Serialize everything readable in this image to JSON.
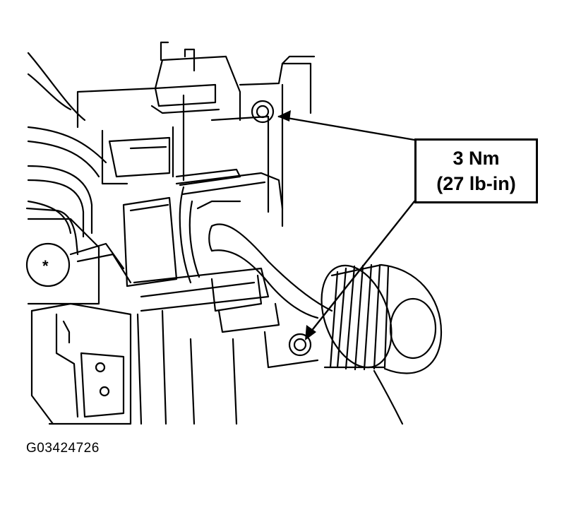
{
  "callout": {
    "line1": "3 Nm",
    "line2": "(27 lb-in)"
  },
  "figure_id": "G03424726",
  "colors": {
    "ink": "#000000",
    "paper": "#ffffff"
  }
}
